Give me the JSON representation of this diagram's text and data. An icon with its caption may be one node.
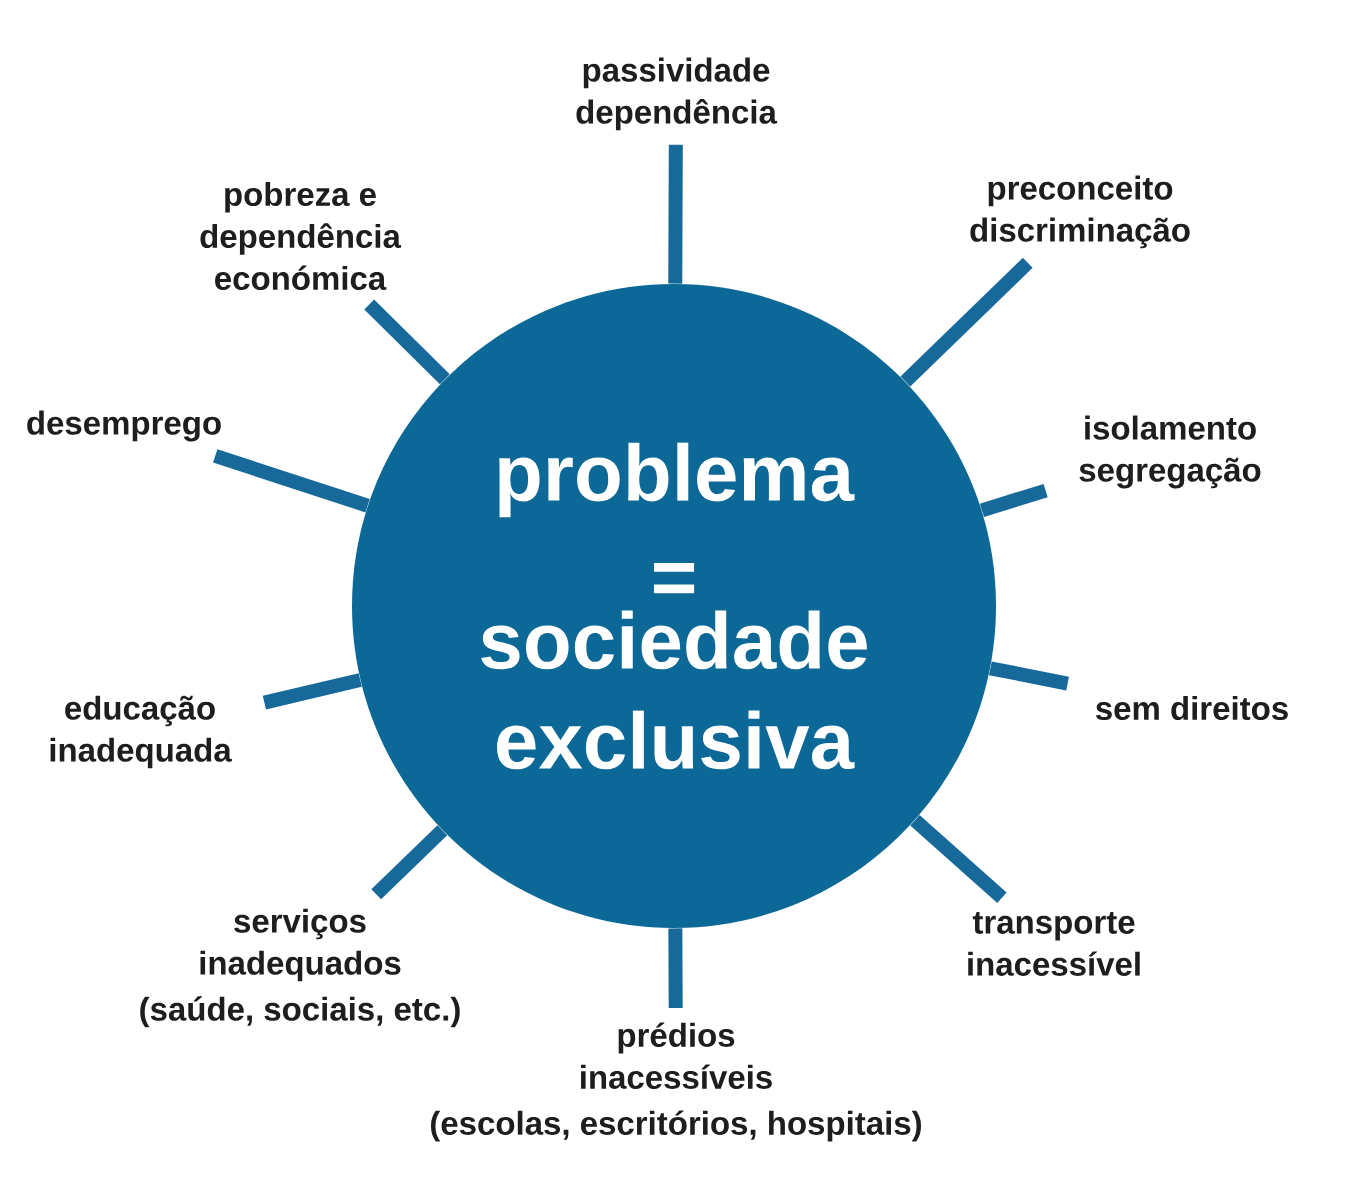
{
  "diagram": {
    "nodes": [
      {
        "text": [
          "problema",
          "=",
          "sociedade exclusiva"
        ]
      },
      {
        "text": [
          "passividade dependência"
        ]
      },
      {
        "text": [
          "preconceito discriminação"
        ]
      },
      {
        "text": [
          "isolamento segregação"
        ]
      },
      {
        "text": [
          "sem direitos"
        ]
      },
      {
        "text": [
          "transporte inacessível"
        ]
      },
      {
        "text": [
          "prédios inacessíveis",
          "(escolas, escritórios, hospitais)"
        ]
      },
      {
        "text": [
          "serviços inadequados",
          "(saúde, sociais, etc.)"
        ]
      },
      {
        "text": [
          "educação inadequada"
        ]
      },
      {
        "text": [
          "desemprego"
        ]
      },
      {
        "text": [
          "pobreza e dependência económica"
        ]
      }
    ],
    "edges": [
      {
        "from": 1,
        "to": 0,
        "arrow": "none"
      },
      {
        "from": 2,
        "to": 0,
        "arrow": "none"
      },
      {
        "from": 3,
        "to": 0,
        "arrow": "none"
      },
      {
        "from": 4,
        "to": 0,
        "arrow": "none"
      },
      {
        "from": 5,
        "to": 0,
        "arrow": "none"
      },
      {
        "from": 6,
        "to": 0,
        "arrow": "none"
      },
      {
        "from": 7,
        "to": 0,
        "arrow": "none"
      },
      {
        "from": 8,
        "to": 0,
        "arrow": "none"
      },
      {
        "from": 9,
        "to": 0,
        "arrow": "none"
      },
      {
        "from": 10,
        "to": 0,
        "arrow": "none"
      }
    ]
  }
}
